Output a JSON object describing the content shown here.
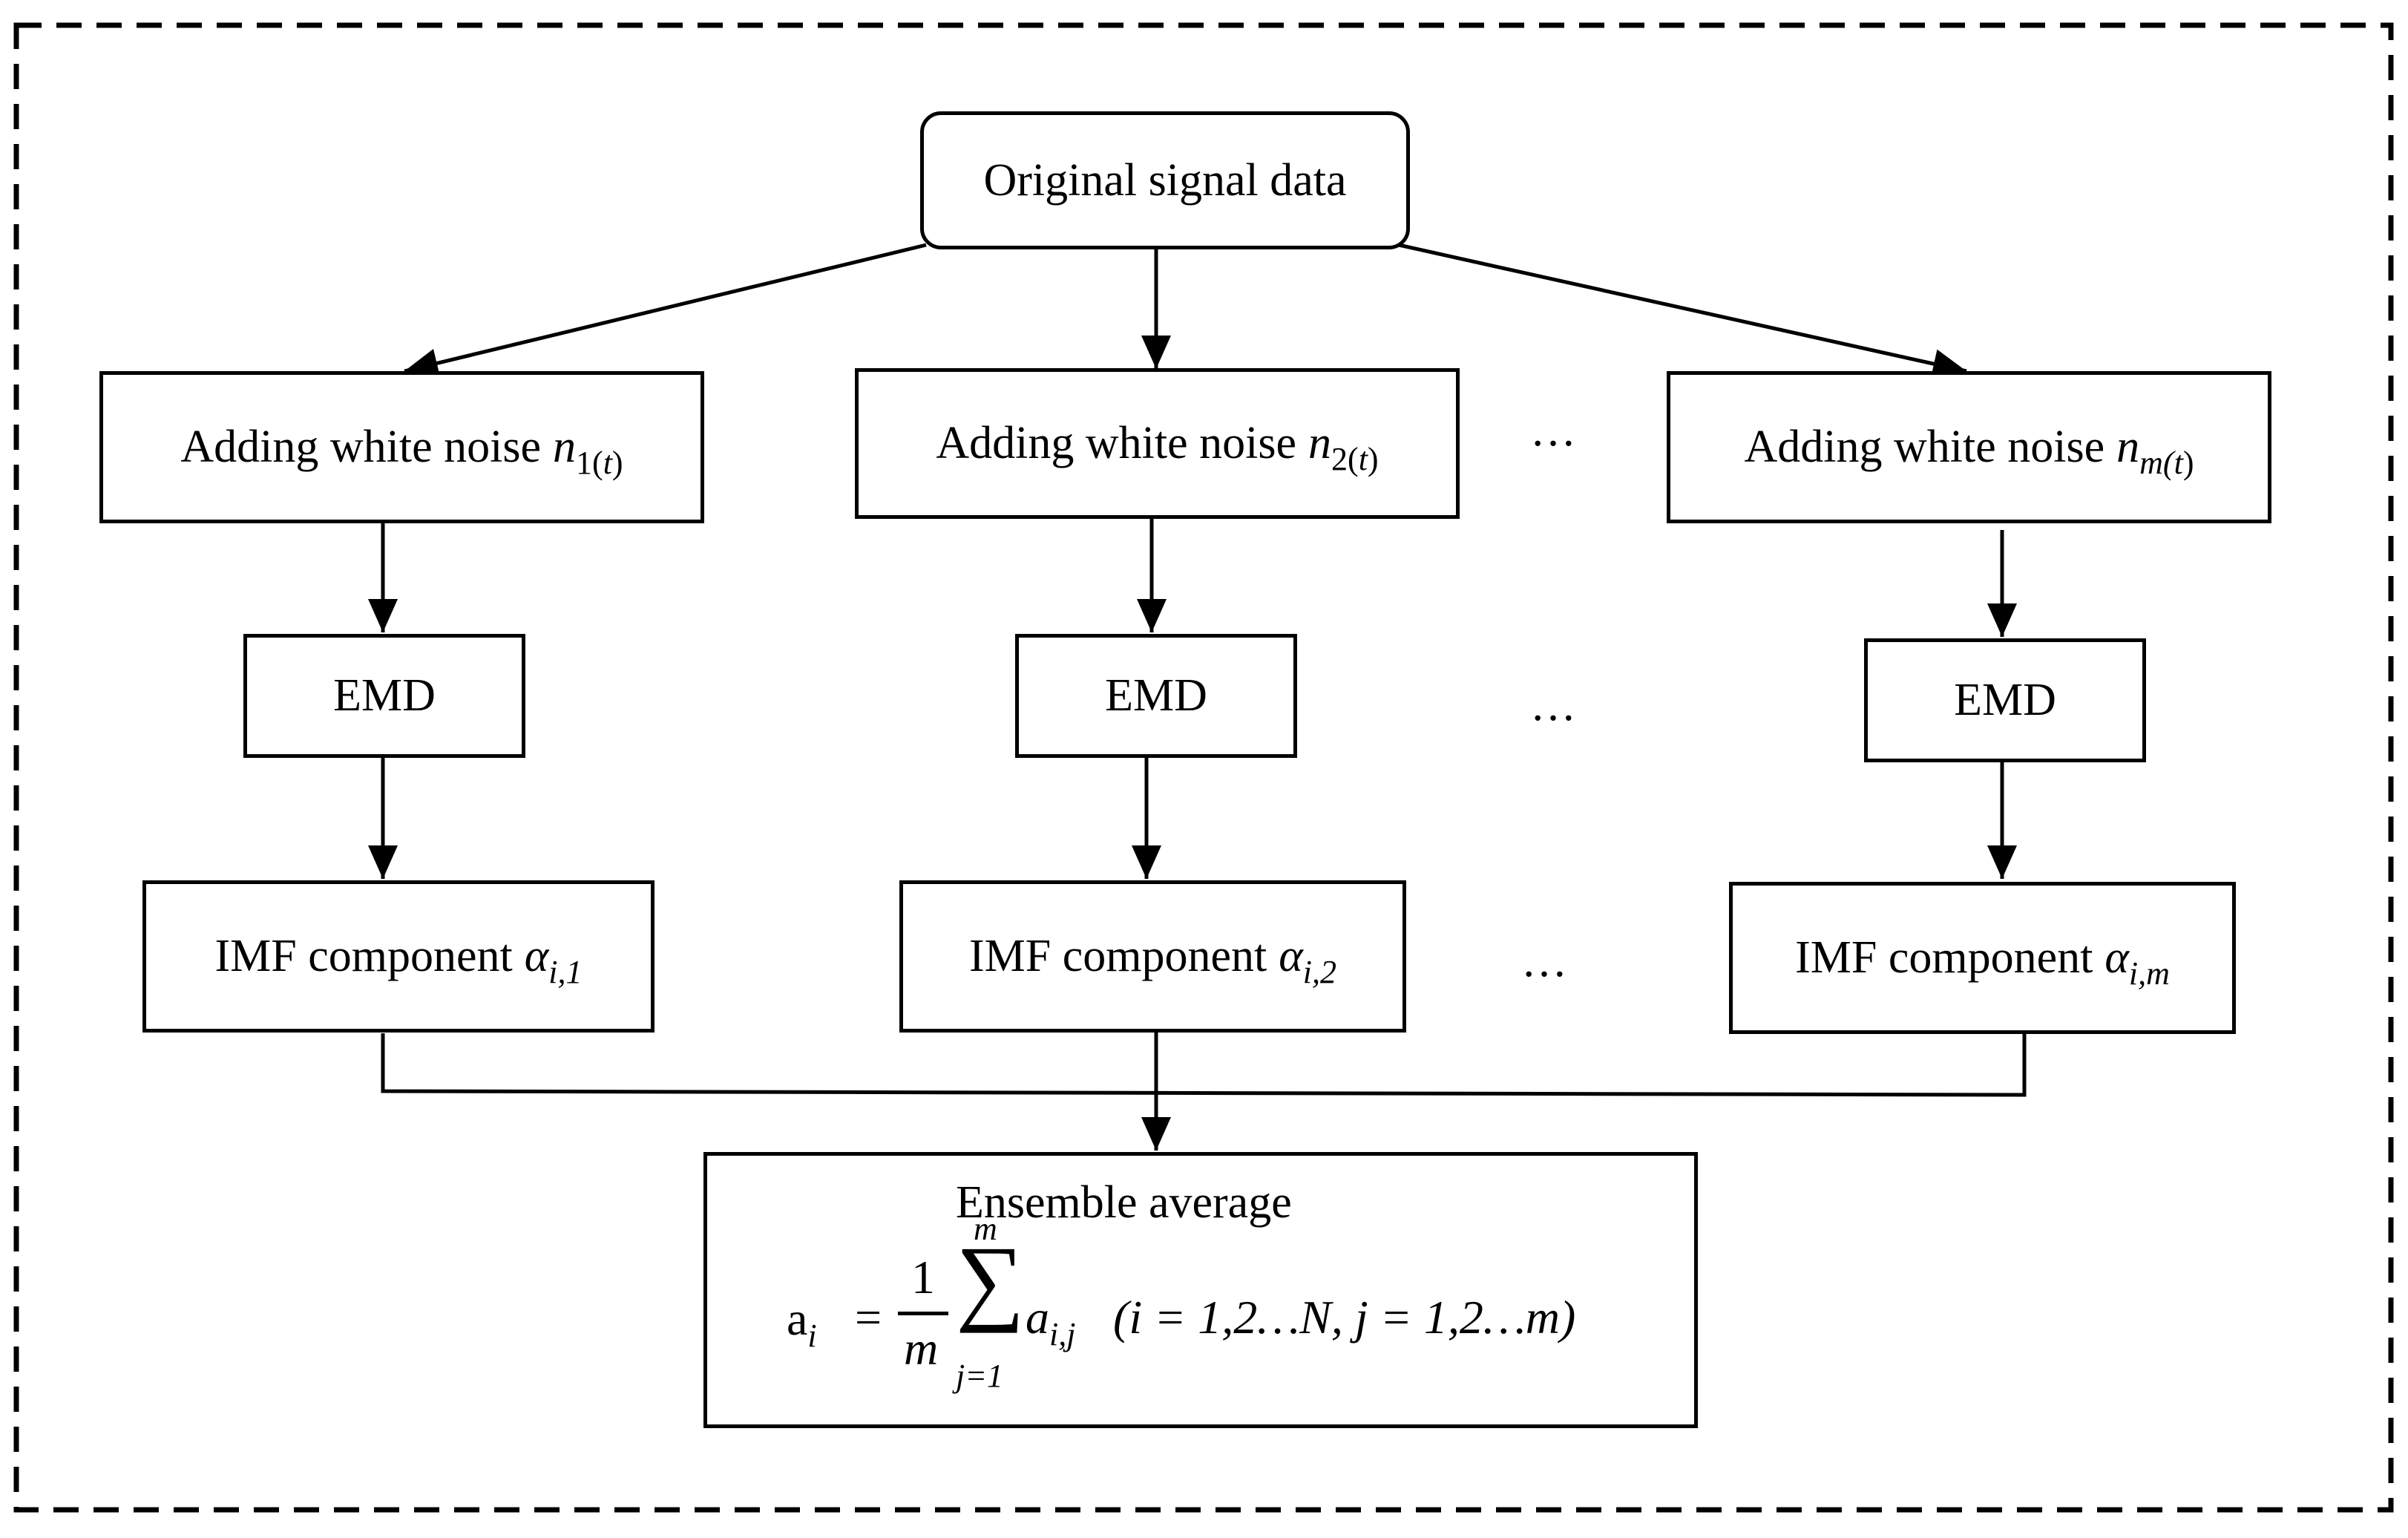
{
  "nodes": {
    "original": "Original signal data",
    "noise_label": "Adding white noise",
    "noise_vars": [
      {
        "base": "n",
        "sub": "1(",
        "sub_var": "t",
        "sub_end": ")"
      },
      {
        "base": "n",
        "sub": "2(",
        "sub_var": "t",
        "sub_end": ")"
      },
      {
        "base": "n",
        "sub": "",
        "sub_var": "m(t",
        "sub_end": ")"
      }
    ],
    "emd_label": "EMD",
    "imf_label": "IMF component",
    "imf_vars": [
      {
        "base": "α",
        "sub": "i,1"
      },
      {
        "base": "α",
        "sub": "i,2"
      },
      {
        "base": "α",
        "sub": "i,m"
      }
    ],
    "ensemble_title": "Ensemble average",
    "formula": {
      "lhs": "a",
      "lhs_sub": "i",
      "eq": "=",
      "frac_num": "1",
      "frac_den": "m",
      "sum_upper": "m",
      "sum_lower": "j=1",
      "term": "a",
      "term_sub": "i,j",
      "condition": "(i = 1,2…N, j = 1,2…m)"
    },
    "ellipsis": "…"
  }
}
